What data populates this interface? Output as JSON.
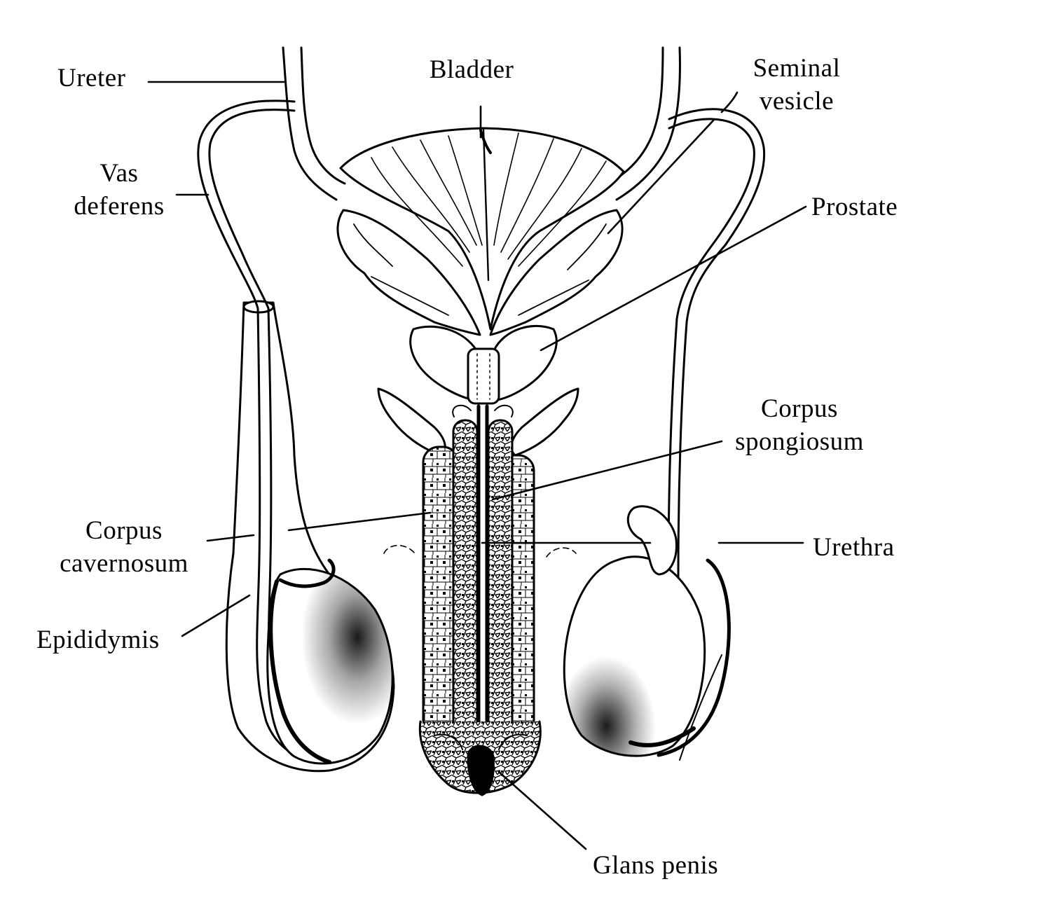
{
  "labels": {
    "ureter": "Ureter",
    "bladder": "Bladder",
    "seminal_vesicle": [
      "Seminal",
      "vesicle"
    ],
    "vas_deferens": [
      "Vas",
      "deferens"
    ],
    "prostate": "Prostate",
    "corpus_spongiosum": [
      "Corpus",
      "spongiosum"
    ],
    "corpus_cavernosum": [
      "Corpus",
      "cavernosum"
    ],
    "urethra": "Urethra",
    "epididymis": "Epididymis",
    "glans_penis": "Glans penis"
  },
  "colors": {
    "ink": "#000000",
    "background": "#ffffff"
  }
}
